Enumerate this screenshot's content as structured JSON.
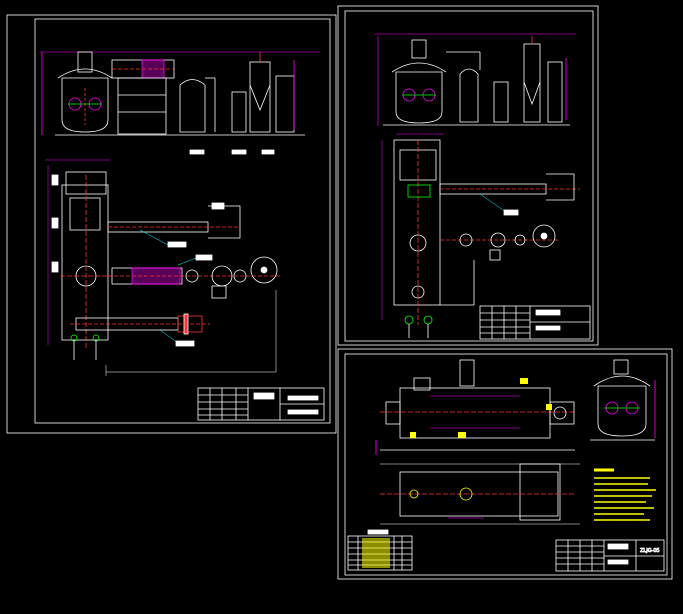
{
  "colors": {
    "background": "#000000",
    "frame": "#ffffff",
    "dimension": "#ff00ff",
    "annotation": "#ffff00",
    "center_line": "#ff3333",
    "leader": "#00ffff",
    "detail": "#00ff00"
  },
  "sheets": [
    {
      "id": "sheet-1",
      "title_block": {
        "drawing_title": "",
        "drawing_number": ""
      }
    },
    {
      "id": "sheet-2",
      "title_block": {
        "drawing_title": "",
        "drawing_number": ""
      }
    },
    {
      "id": "sheet-3",
      "title_block": {
        "drawing_title": "",
        "drawing_number": "ZLJG-05"
      }
    }
  ]
}
